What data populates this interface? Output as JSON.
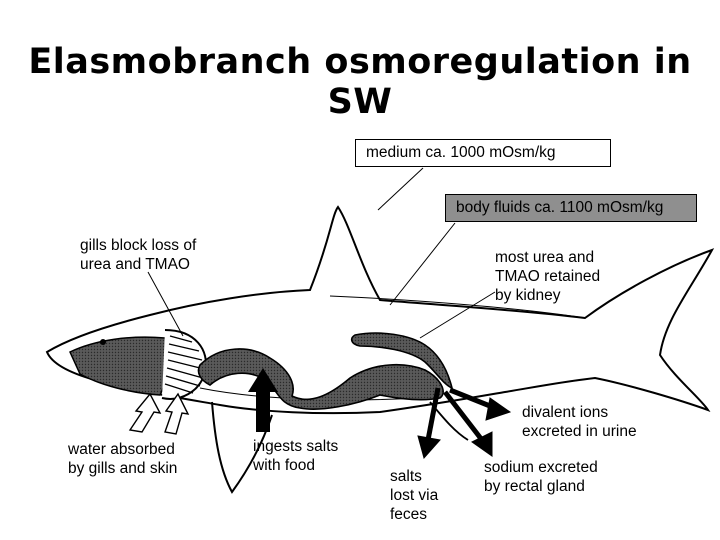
{
  "title": "Elasmobranch osmoregulation in SW",
  "boxes": {
    "medium": "medium ca. 1000 mOsm/kg",
    "body": "body fluids ca. 1100 mOsm/kg"
  },
  "labels": {
    "gills": "gills block loss of\nurea and TMAO",
    "urea": "most urea and\nTMAO retained\nby kidney",
    "water": "water absorbed\nby gills and skin",
    "ingests": "ingests salts\nwith food",
    "salts": "salts\nlost via\nfeces",
    "sodium": "sodium excreted\nby rectal gland",
    "divalent": "divalent ions\nexcreted in urine"
  },
  "colors": {
    "organ_fill": "#4a4a4a",
    "box_fill": "#8f8f8f"
  }
}
